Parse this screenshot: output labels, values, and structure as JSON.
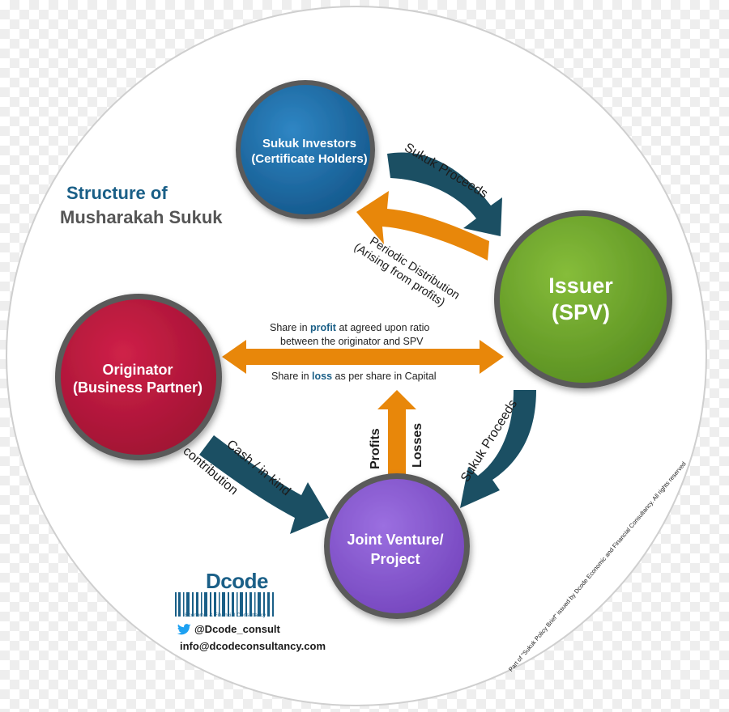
{
  "title": {
    "line1": "Structure of",
    "line2": "Musharakah Sukuk"
  },
  "nodes": {
    "investors": {
      "line1": "Sukuk Investors",
      "line2": "(Certificate Holders)",
      "color": "#1f6ea7"
    },
    "issuer": {
      "line1": "Issuer",
      "line2": "(SPV)",
      "color": "#6fa52b"
    },
    "originator": {
      "line1": "Originator",
      "line2": "(Business Partner)",
      "color": "#b8163c"
    },
    "jv": {
      "line1": "Joint Venture/",
      "line2": "Project",
      "color": "#8a5bd0"
    }
  },
  "flows": {
    "proceeds_top": "Sukuk Proceeds",
    "periodic_line1": "Periodic Distribution",
    "periodic_line2": "(Arising from profits)",
    "share_profit_pre": "Share in ",
    "share_profit_bold": "profit",
    "share_profit_post": " at agreed upon ratio",
    "share_profit_line2": "between the originator and SPV",
    "share_loss_pre": "Share in ",
    "share_loss_bold": "loss",
    "share_loss_post": " as per share in Capital",
    "profits": "Profits",
    "losses": "Losses",
    "proceeds_right": "Sukuk Proceeds",
    "cash_line1": "Cash / in kind",
    "cash_line2": "contribution"
  },
  "brand": {
    "name": "Dcode",
    "tagline": "Economic & Financial Consultancy",
    "twitter": "@Dcode_consult",
    "email": "info@dcodeconsultancy.com"
  },
  "footer_note": "Part of \"Sukuk Policy Brief\" issued by Dcode Economic and Financial Consultancy. All rights reserved",
  "colors": {
    "navy_arrow": "#1b4f63",
    "orange_arrow": "#e8870a",
    "title_blue": "#1a5f87",
    "title_gray": "#555555",
    "twitter": "#1da1f2"
  }
}
